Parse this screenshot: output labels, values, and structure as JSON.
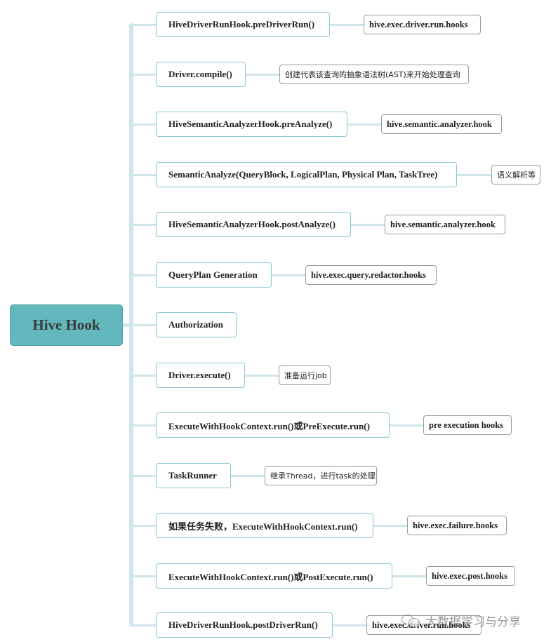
{
  "root": {
    "label": "Hive Hook"
  },
  "steps": [
    {
      "label": "HiveDriverRunHook.preDriverRun()",
      "note": "hive.exec.driver.run.hooks"
    },
    {
      "label": "Driver.compile()",
      "note": "创建代表该查询的抽象语法树(AST)来开始处理查询"
    },
    {
      "label": "HiveSemanticAnalyzerHook.preAnalyze()",
      "note": "hive.semantic.analyzer.hook"
    },
    {
      "label": "SemanticAnalyze(QueryBlock, LogicalPlan, Physical Plan, TaskTree)",
      "note": "语义解析等"
    },
    {
      "label": "HiveSemanticAnalyzerHook.postAnalyze()",
      "note": "hive.semantic.analyzer.hook"
    },
    {
      "label": "QueryPlan Generation",
      "note": "hive.exec.query.redactor.hooks"
    },
    {
      "label": "Authorization",
      "note": ""
    },
    {
      "label": "Driver.execute()",
      "note": "准备运行job"
    },
    {
      "label": "ExecuteWithHookContext.run()或PreExecute.run()",
      "note": "pre execution hooks"
    },
    {
      "label": "TaskRunner",
      "note": "继承Thread，进行task的处理"
    },
    {
      "label": "如果任务失败，ExecuteWithHookContext.run()",
      "note": "hive.exec.failure.hooks"
    },
    {
      "label": "ExecuteWithHookContext.run()或PostExecute.run()",
      "note": "hive.exec.post.hooks"
    },
    {
      "label": "HiveDriverRunHook.postDriverRun()",
      "note": "hive.exec.driver.run.hooks"
    }
  ],
  "watermark": {
    "text": "大数据学习与分享",
    "icon": "wechat-icon"
  },
  "colors": {
    "root": "#62b8bc",
    "branch": "#cfe6ea",
    "stepBorder": "#88c8d3",
    "noteBorder": "#9a9a9a"
  }
}
